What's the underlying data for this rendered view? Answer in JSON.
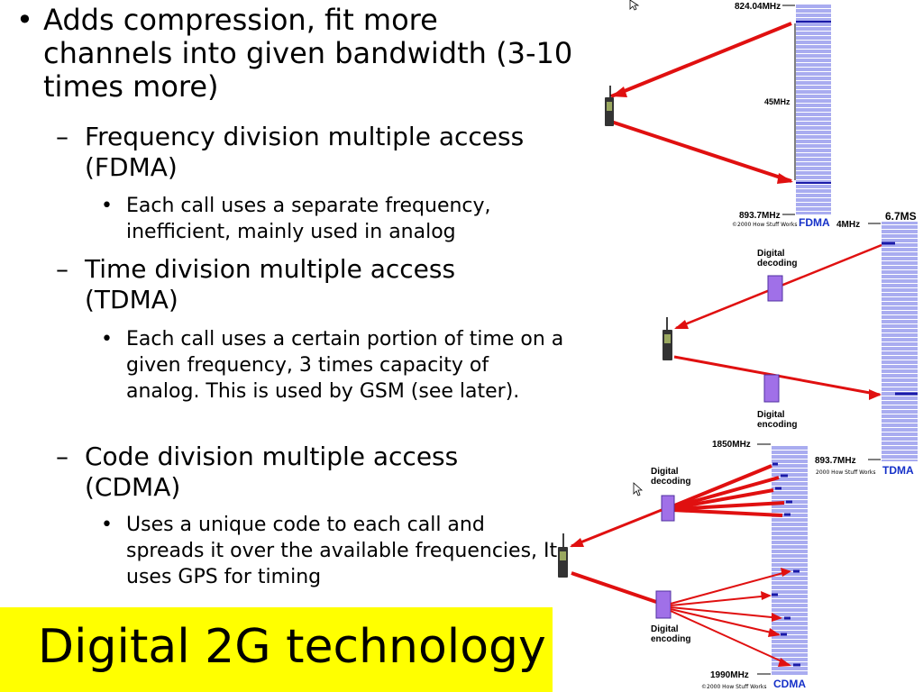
{
  "slide": {
    "title": "Digital 2G technology",
    "bullets": [
      {
        "id": "b1",
        "level": 1,
        "text": "Adds compression, fit more channels into given bandwidth (3-10 times more)"
      },
      {
        "id": "b2",
        "level": 2,
        "text": "Frequency division multiple access (FDMA)"
      },
      {
        "id": "b3",
        "level": 3,
        "text": "Each call uses a separate frequency, inefficient, mainly used in analog"
      },
      {
        "id": "b4",
        "level": 2,
        "text": "Time division multiple access (TDMA)"
      },
      {
        "id": "b5",
        "level": 3,
        "text": "Each call uses a certain portion of time on a given frequency, 3 times capacity of analog. This is used by GSM (see later)."
      },
      {
        "id": "b6",
        "level": 2,
        "text": "Code division multiple access (CDMA)"
      },
      {
        "id": "b7",
        "level": 3,
        "text": "Uses a unique code to each call and spreads it over the available frequencies, It uses GPS for timing"
      }
    ],
    "markers": {
      "level1": "•",
      "level2": "–",
      "level3": "•"
    }
  },
  "fdma": {
    "top_freq": "824.04MHz",
    "gap": "45MHz",
    "bottom_freq": "893.7MHz",
    "copyright": "©2000 How Stuff Works",
    "label": "FDMA"
  },
  "tdma": {
    "left_top": "4MHz",
    "right_top": "6.7MS",
    "decoding": "Digital decoding",
    "encoding": "Digital encoding",
    "bottom_freq": "893.7MHz",
    "copyright": "2000 How Stuff Works",
    "label": "TDMA"
  },
  "cdma": {
    "top_freq": "1850MHz",
    "decoding": "Digital decoding",
    "encoding": "Digital encoding",
    "bottom_freq": "1990MHz",
    "copyright": "©2000 How Stuff Works",
    "label": "CDMA"
  },
  "colors": {
    "title_bg": "#ffff00",
    "band_fill": "#a9acf0",
    "band_line": "#ffffff",
    "arrow": "#e01010",
    "channel": "#1a1aa8",
    "label_blue": "#1530c8",
    "box_fill": "#a070e8"
  }
}
